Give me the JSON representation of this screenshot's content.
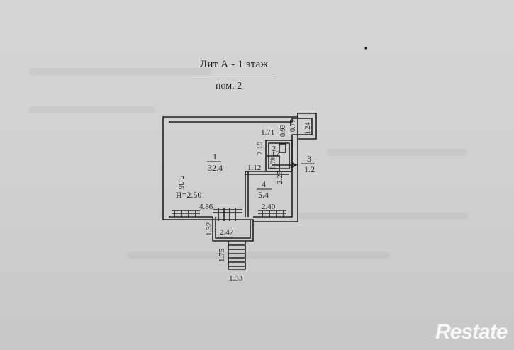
{
  "header": {
    "title": "Лит А - 1 этаж",
    "subtitle": "пом. 2"
  },
  "rooms": [
    {
      "number": "1",
      "area": "32.4"
    },
    {
      "number": "2",
      "area": "1.2"
    },
    {
      "number": "3",
      "area": "1.2"
    },
    {
      "number": "4",
      "area": "5.4"
    }
  ],
  "ceiling_height": "H=2.50",
  "dimensions": {
    "room1_height": "5.36",
    "room1_width": "4.86",
    "room4_width": "2.40",
    "room4_height": "2.25",
    "partition": "1.12",
    "small_height": "2.10",
    "small_width": "1.71",
    "small_top": "0.93",
    "small_mid": "0.79",
    "corner_width": "0.77",
    "corner_height": "1.24",
    "porch_width": "2.47",
    "porch_depth": "1.32",
    "stairs_length": "1.75",
    "stairs_width": "1.33"
  },
  "watermark": "Restate"
}
